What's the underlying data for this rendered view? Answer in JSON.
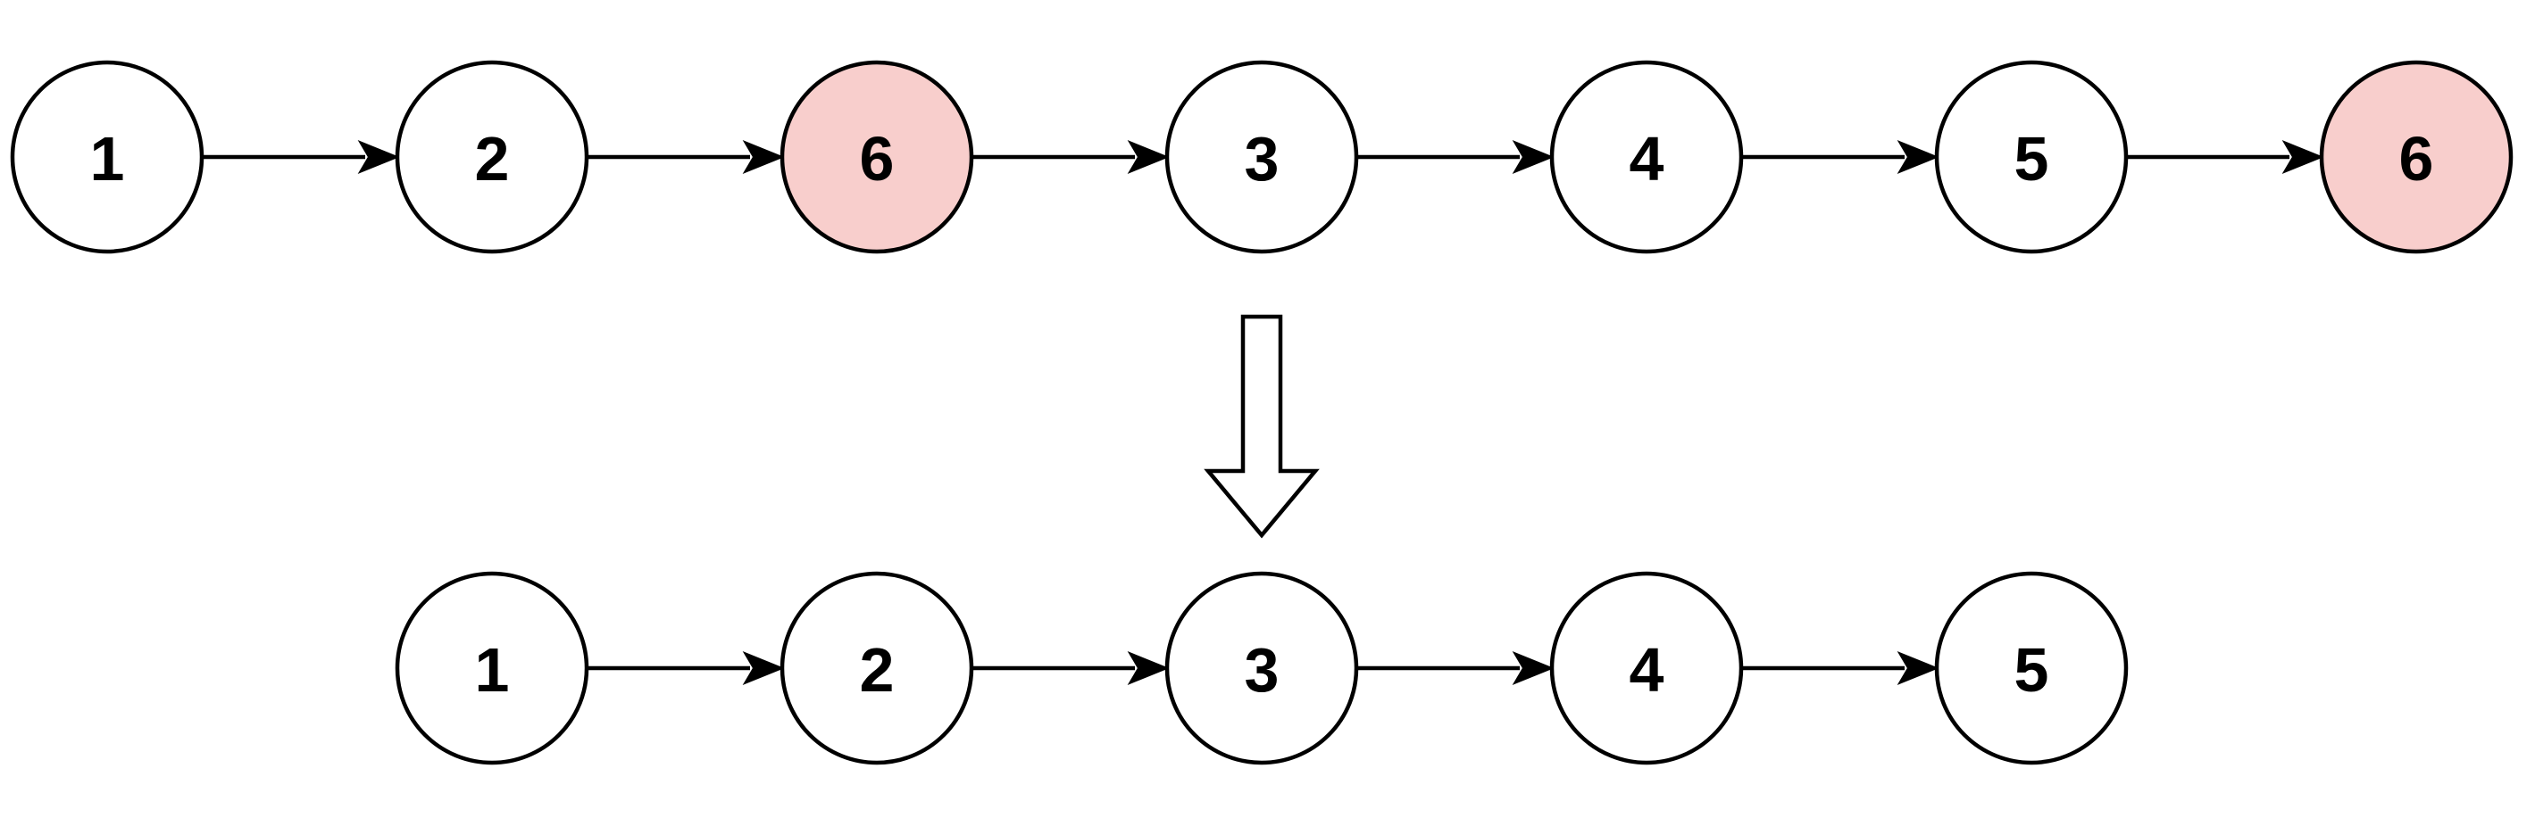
{
  "colors": {
    "node_fill": "#ffffff",
    "highlight_fill": "#f8cecc",
    "stroke": "#000000"
  },
  "before_list": {
    "nodes": [
      {
        "label": "1",
        "highlighted": false
      },
      {
        "label": "2",
        "highlighted": false
      },
      {
        "label": "6",
        "highlighted": true
      },
      {
        "label": "3",
        "highlighted": false
      },
      {
        "label": "4",
        "highlighted": false
      },
      {
        "label": "5",
        "highlighted": false
      },
      {
        "label": "6",
        "highlighted": true
      }
    ]
  },
  "after_list": {
    "nodes": [
      {
        "label": "1",
        "highlighted": false
      },
      {
        "label": "2",
        "highlighted": false
      },
      {
        "label": "3",
        "highlighted": false
      },
      {
        "label": "4",
        "highlighted": false
      },
      {
        "label": "5",
        "highlighted": false
      }
    ]
  },
  "transition_arrow": {
    "direction": "down"
  }
}
